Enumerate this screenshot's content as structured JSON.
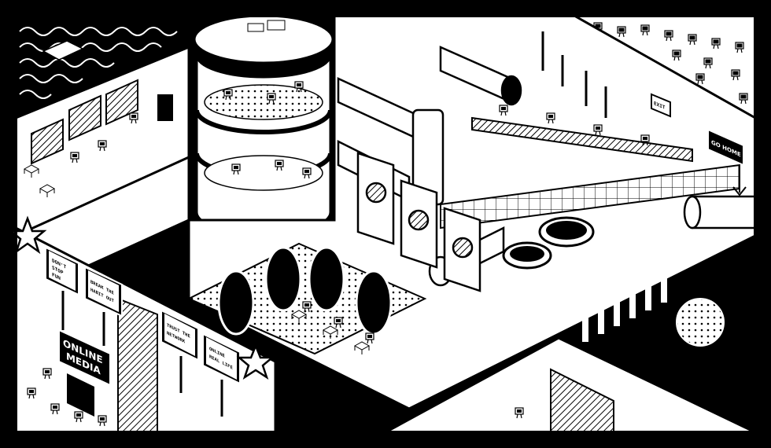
{
  "illustration": {
    "billboards": [
      {
        "lines": [
          "DON'T",
          "STOP",
          "FUN"
        ]
      },
      {
        "lines": [
          "BREAK THE",
          "HABIT OUT"
        ]
      },
      {
        "lines": [
          "TRUST THE",
          "NETWORK"
        ]
      },
      {
        "lines": [
          "ONLINE",
          "REAL LIFE"
        ]
      }
    ],
    "sign_title": [
      "ONLINE",
      "MEDIA"
    ],
    "wall_signs": [
      "EXIT",
      "GO HOME"
    ],
    "colors": {
      "ink": "#000000",
      "paper": "#ffffff",
      "shade": "#d9d9d9"
    }
  }
}
